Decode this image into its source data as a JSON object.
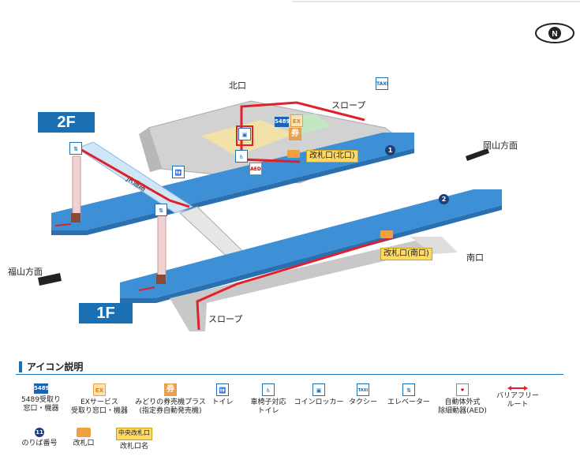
{
  "map": {
    "compass_label": "N",
    "floor_2f": "2F",
    "floor_1f": "1F",
    "north_exit": "北口",
    "south_exit": "南口",
    "okayama": "岡山方面",
    "fukuyama": "福山方面",
    "slope_top": "スロープ",
    "slope_bottom": "スロープ",
    "gate_north": "改札口(北口)",
    "gate_south": "改札口(南口)",
    "platform_1": "1",
    "platform_2": "2",
    "corridor_text": "JR通路",
    "icon_5489": "5489",
    "icon_ex": "EX",
    "icon_ken": "券",
    "icon_taxi": "TAXI",
    "icon_aed": "AED"
  },
  "legend": {
    "title": "アイコン説明",
    "items": [
      {
        "icon": "5489-icon",
        "line1": "5489受取り",
        "line2": "窓口・機器"
      },
      {
        "icon": "ex-service-icon",
        "line1": "EXサービス",
        "line2": "受取り窓口・機器"
      },
      {
        "icon": "ticket-machine-icon",
        "line1": "みどりの券売機プラス",
        "line2": "(指定券自動発売機)"
      },
      {
        "icon": "toilet-icon",
        "line1": "トイレ",
        "line2": ""
      },
      {
        "icon": "wheelchair-toilet-icon",
        "line1": "車椅子対応",
        "line2": "トイレ"
      },
      {
        "icon": "coin-locker-icon",
        "line1": "コインロッカー",
        "line2": ""
      },
      {
        "icon": "taxi-icon",
        "line1": "タクシー",
        "line2": ""
      },
      {
        "icon": "elevator-icon",
        "line1": "エレベーター",
        "line2": ""
      },
      {
        "icon": "aed-icon",
        "line1": "自動体外式",
        "line2": "除細動器(AED)"
      },
      {
        "icon": "barrier-free-route-icon",
        "line1": "バリアフリー",
        "line2": "ルート"
      }
    ],
    "items2": [
      {
        "icon": "platform-number-icon",
        "line1": "のりば番号",
        "sample": "11"
      },
      {
        "icon": "ticket-gate-icon",
        "line1": "改札口",
        "sample": ""
      },
      {
        "icon": "gate-name-icon",
        "line1": "改札口名",
        "sample": "中央改札口"
      }
    ]
  },
  "colors": {
    "platform_blue": "#3d8fd6",
    "route_red": "#e0202a",
    "floor_label": "#1b6fb3",
    "concourse_grey": "#c8c8c8",
    "gate_yellow": "#ffd966"
  }
}
